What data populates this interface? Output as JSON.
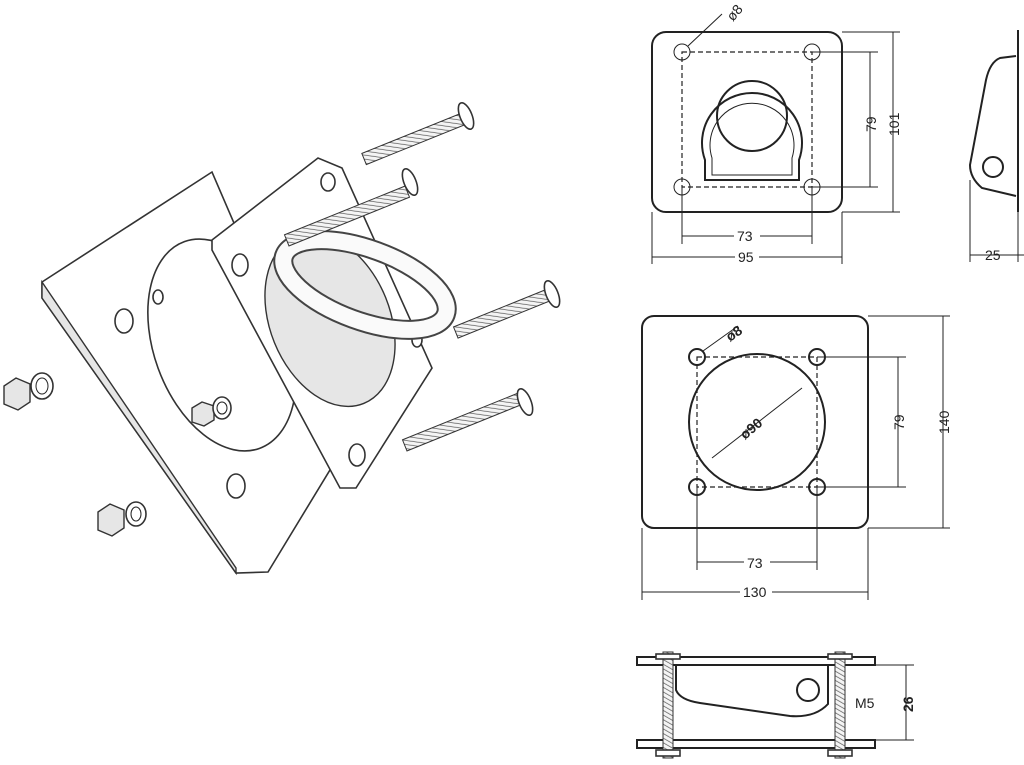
{
  "top_view": {
    "hole_dia": "ø8",
    "hole_spacing_v": "79",
    "height": "101",
    "hole_spacing_h": "73",
    "width": "95"
  },
  "side_view": {
    "depth": "25"
  },
  "backing_plate": {
    "hole_dia": "ø8",
    "cutout_dia": "ø90",
    "hole_spacing_v": "79",
    "height": "140",
    "hole_spacing_h": "73",
    "width": "130"
  },
  "section_view": {
    "bolt": "M5",
    "height": "26"
  }
}
